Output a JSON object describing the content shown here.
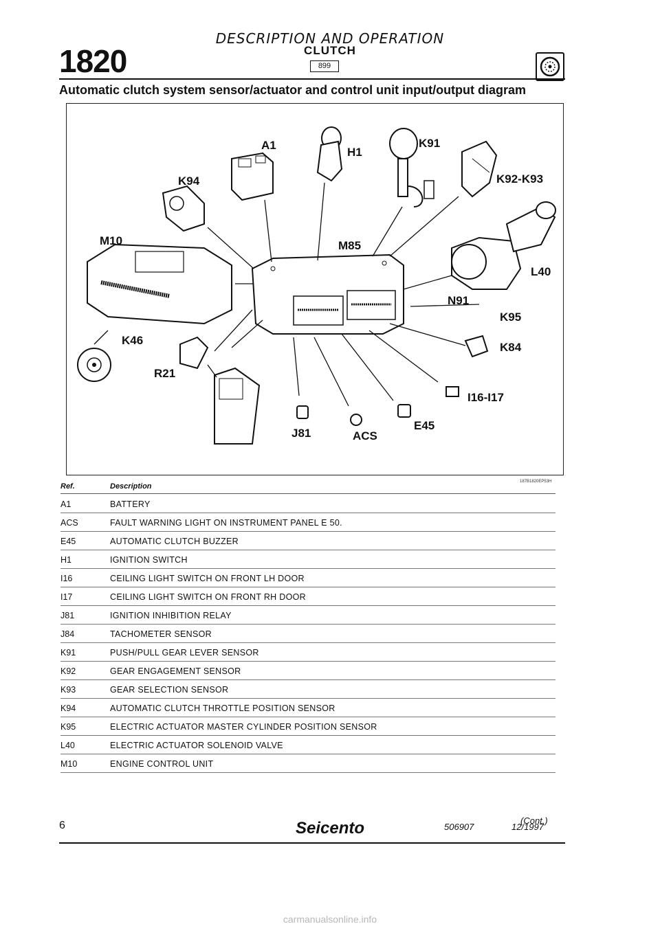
{
  "header": {
    "section": "DESCRIPTION AND OPERATION",
    "number": "1820",
    "subsection": "CLUTCH",
    "code": "899"
  },
  "title": "Automatic clutch system sensor/actuator and control unit input/output diagram",
  "diagram": {
    "figure_code": "187B1820EP53H",
    "labels": {
      "A1": "A1",
      "H1": "H1",
      "K91": "K91",
      "K92K93": "K92-K93",
      "K94": "K94",
      "M10": "M10",
      "M85": "M85",
      "L40": "L40",
      "N91": "N91",
      "K95": "K95",
      "K46": "K46",
      "K84": "K84",
      "R21": "R21",
      "I16I17": "I16-I17",
      "E45": "E45",
      "J81": "J81",
      "ACS": "ACS"
    }
  },
  "table": {
    "headers": {
      "ref": "Ref.",
      "desc": "Description"
    },
    "rows": [
      {
        "ref": "A1",
        "desc": "BATTERY"
      },
      {
        "ref": "ACS",
        "desc": "FAULT WARNING LIGHT ON INSTRUMENT PANEL E 50."
      },
      {
        "ref": "E45",
        "desc": "AUTOMATIC CLUTCH BUZZER"
      },
      {
        "ref": "H1",
        "desc": "IGNITION SWITCH"
      },
      {
        "ref": "I16",
        "desc": "CEILING LIGHT SWITCH ON FRONT LH DOOR"
      },
      {
        "ref": "I17",
        "desc": "CEILING LIGHT SWITCH ON FRONT RH DOOR"
      },
      {
        "ref": "J81",
        "desc": "IGNITION INHIBITION RELAY"
      },
      {
        "ref": "J84",
        "desc": "TACHOMETER SENSOR"
      },
      {
        "ref": "K91",
        "desc": "PUSH/PULL GEAR LEVER SENSOR"
      },
      {
        "ref": "K92",
        "desc": "GEAR ENGAGEMENT SENSOR"
      },
      {
        "ref": "K93",
        "desc": "GEAR SELECTION SENSOR"
      },
      {
        "ref": "K94",
        "desc": "AUTOMATIC CLUTCH THROTTLE POSITION SENSOR"
      },
      {
        "ref": "K95",
        "desc": "ELECTRIC ACTUATOR MASTER CYLINDER POSITION SENSOR"
      },
      {
        "ref": "L40",
        "desc": "ELECTRIC ACTUATOR SOLENOID VALVE"
      },
      {
        "ref": "M10",
        "desc": "ENGINE CONTROL UNIT"
      }
    ]
  },
  "continued": "(Cont.)",
  "footer": {
    "page": "6",
    "brand": "Seicento",
    "doc_code": "506907",
    "date": "12/1997"
  },
  "watermark": "carmanualsonline.info"
}
